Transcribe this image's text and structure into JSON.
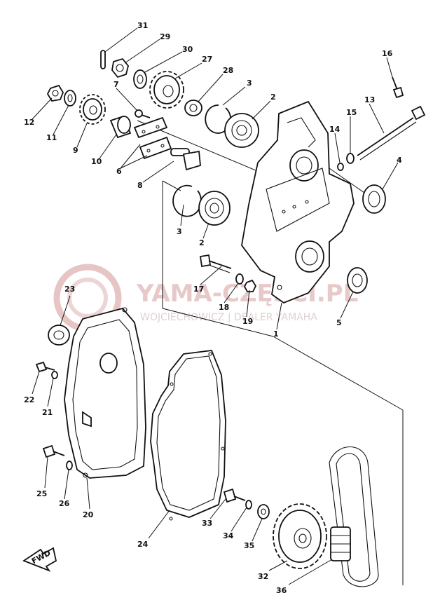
{
  "watermark": {
    "title": "YAMA-CZĘŚCI.PL",
    "subtitle": "WOJCIECHOWICZ | DEALER YAMAHA",
    "color": "#e6c3c3"
  },
  "fwd_marker": "FWD",
  "callouts": [
    "31",
    "29",
    "30",
    "27",
    "28",
    "3",
    "2",
    "16",
    "13",
    "15",
    "14",
    "4",
    "7",
    "12",
    "11",
    "9",
    "10",
    "6",
    "8",
    "3",
    "2",
    "17",
    "18",
    "19",
    "1",
    "5",
    "23",
    "22",
    "21",
    "25",
    "26",
    "20",
    "24",
    "33",
    "34",
    "35",
    "32",
    "36"
  ]
}
